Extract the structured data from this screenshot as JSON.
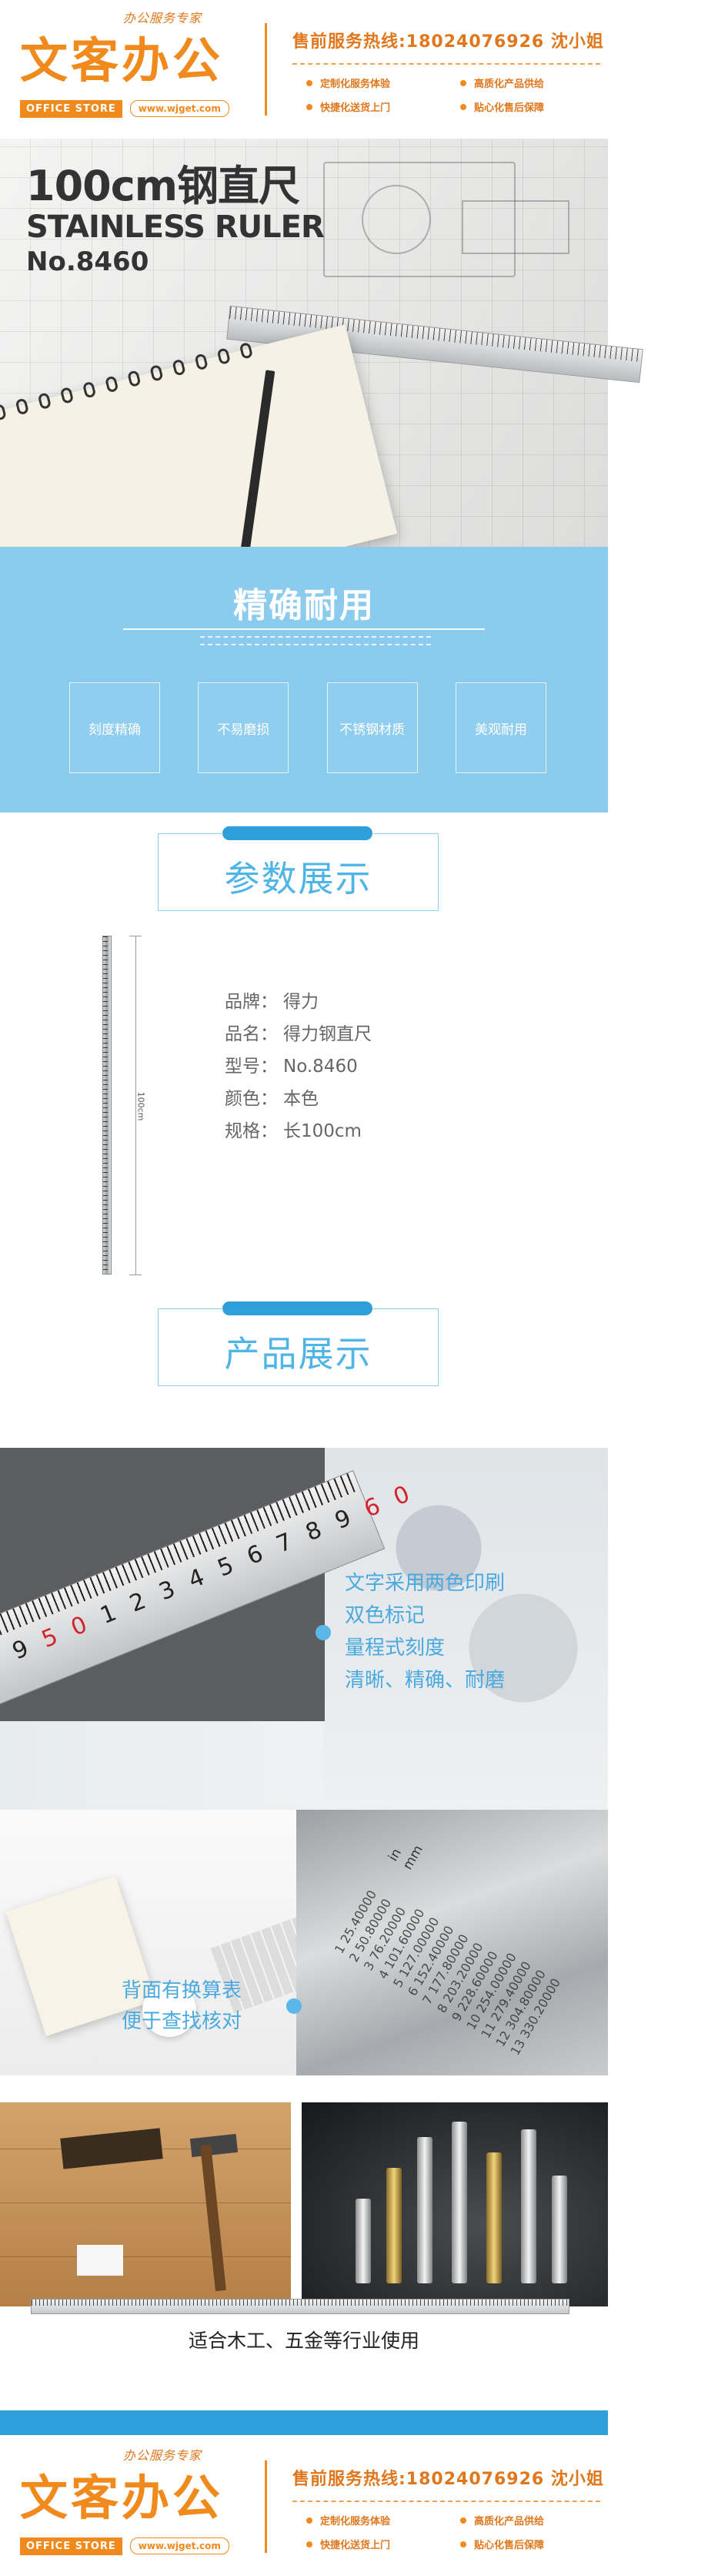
{
  "header": {
    "slogan": "办公服务专家",
    "logo": "文客办公",
    "store_tag": "OFFICE STORE",
    "website": "www.wjget.com",
    "hotline": "售前服务热线:18024076926 沈小姐",
    "features": [
      "定制化服务体验",
      "高质化产品供给",
      "快捷化送货上门",
      "贴心化售后保障"
    ]
  },
  "hero": {
    "title": "100cm钢直尺",
    "subtitle": "STAINLESS RULER",
    "model": "No.8460"
  },
  "precise": {
    "title": "精确耐用",
    "boxes": [
      "刻度精确",
      "不易磨损",
      "不锈钢材质",
      "美观耐用"
    ]
  },
  "params_section": {
    "title": "参数展示",
    "ruler_label": "100cm",
    "rows": [
      {
        "key": "品牌：",
        "value": "得力"
      },
      {
        "key": "品名：",
        "value": "得力钢直尺"
      },
      {
        "key": "型号：",
        "value": "No.8460"
      },
      {
        "key": "颜色：",
        "value": "本色"
      },
      {
        "key": "规格：",
        "value": "长100cm"
      }
    ]
  },
  "product_section": {
    "title": "产品展示",
    "image1_lines": [
      "文字采用两色印刷",
      "双色标记",
      "量程式刻度",
      "清晰、精确、耐磨"
    ],
    "ruler_numbers": [
      "8",
      "9",
      "50",
      "1",
      "2",
      "3",
      "4",
      "5",
      "6",
      "7",
      "8",
      "9",
      "60"
    ],
    "image2_lines": [
      "背面有换算表",
      "便于查找核对"
    ],
    "conversion_header": [
      "in",
      "mm"
    ],
    "conversion_rows": [
      "1 25.40000",
      "2 50.80000",
      "3 76.20000",
      "4 101.60000",
      "5 127.00000",
      "6 152.40000",
      "7 177.80000",
      "8 203.20000",
      "9 228.60000",
      "10 254.00000",
      "11 279.40000",
      "12 304.80000",
      "13 330.20000"
    ],
    "usage_caption": "适合木工、五金等行业使用"
  },
  "colors": {
    "brand_orange": "#f08a1c",
    "band_blue": "#8acbee",
    "accent_blue": "#2e9fd8",
    "text_blue": "#4aa9df"
  }
}
